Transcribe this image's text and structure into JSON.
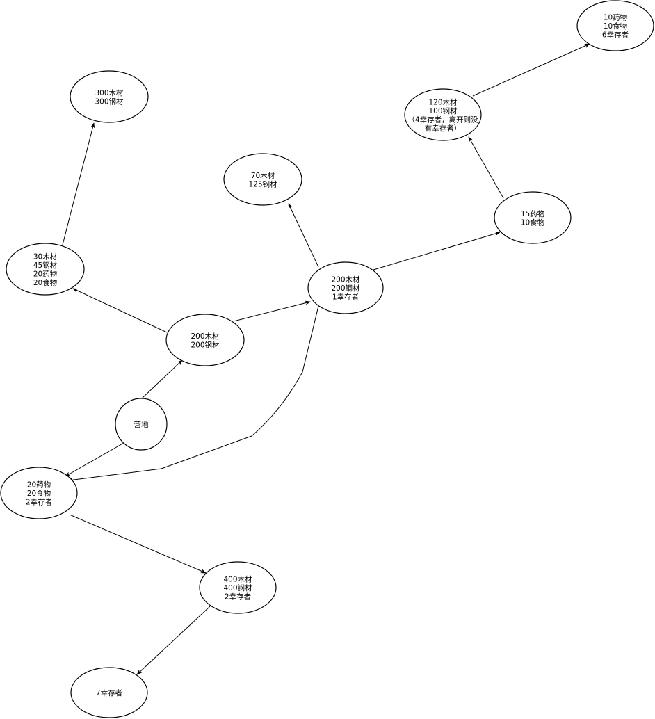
{
  "nodes": {
    "camp": {
      "lines": [
        "营地"
      ]
    },
    "n1": {
      "lines": [
        "200木材",
        "200钢材"
      ]
    },
    "n2": {
      "lines": [
        "30木材",
        "45钢材",
        "20药物",
        "20食物"
      ]
    },
    "n3": {
      "lines": [
        "300木材",
        "300钢材"
      ]
    },
    "n4": {
      "lines": [
        "200木材",
        "200钢材",
        "1幸存者"
      ]
    },
    "n5": {
      "lines": [
        "70木材",
        "125钢材"
      ]
    },
    "n6": {
      "lines": [
        "15药物",
        "10食物"
      ]
    },
    "n7": {
      "lines": [
        "120木材",
        "100钢材",
        "（4幸存者，离开则没",
        "有幸存者）"
      ]
    },
    "n8": {
      "lines": [
        "10药物",
        "10食物",
        "6幸存者"
      ]
    },
    "n9": {
      "lines": [
        "20药物",
        "20食物",
        "2幸存者"
      ]
    },
    "n10": {
      "lines": [
        "400木材",
        "400钢材",
        "2幸存者"
      ]
    },
    "n11": {
      "lines": [
        "7幸存者"
      ]
    }
  },
  "edges": [
    {
      "from": "camp",
      "to": "n1"
    },
    {
      "from": "camp",
      "to": "n9"
    },
    {
      "from": "n1",
      "to": "n2"
    },
    {
      "from": "n2",
      "to": "n3"
    },
    {
      "from": "n1",
      "to": "n4"
    },
    {
      "from": "n4",
      "to": "n5"
    },
    {
      "from": "n4",
      "to": "n6"
    },
    {
      "from": "n6",
      "to": "n7"
    },
    {
      "from": "n7",
      "to": "n8"
    },
    {
      "from": "n4",
      "to": "n9"
    },
    {
      "from": "n9",
      "to": "n10"
    },
    {
      "from": "n10",
      "to": "n11"
    }
  ]
}
